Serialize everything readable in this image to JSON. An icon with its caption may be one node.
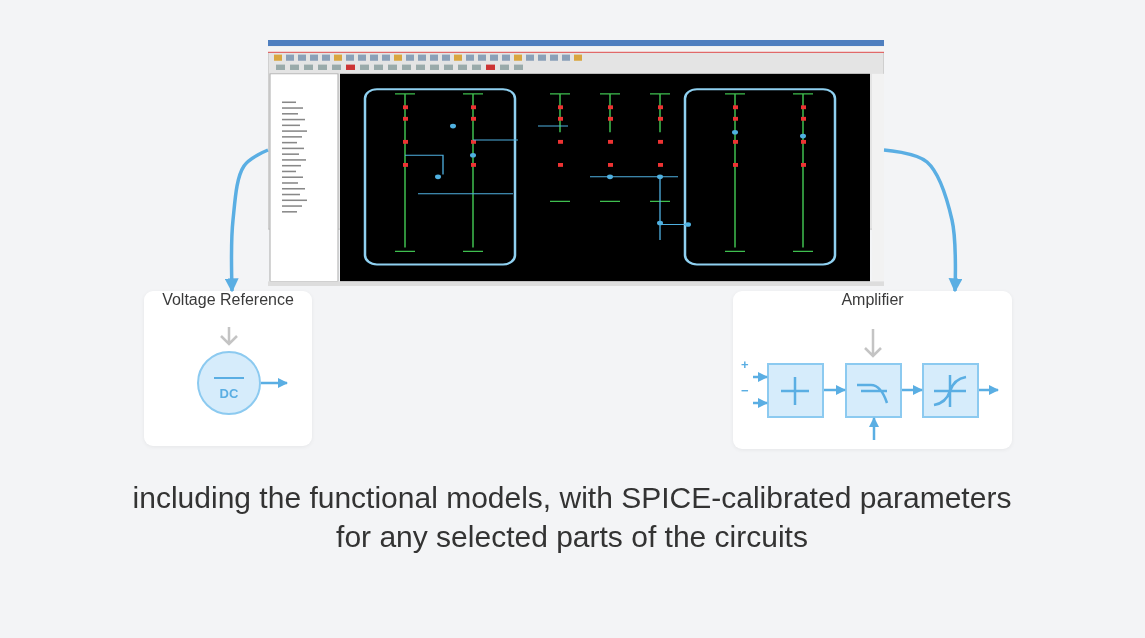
{
  "diagram": {
    "caption": "including the functional models, with SPICE-calibrated parameters for any selected parts of the circuits",
    "nodes": [
      {
        "text": [],
        "shape": "picture"
      },
      {
        "text": [
          "Voltage Reference"
        ]
      },
      {
        "text": [
          "DC"
        ],
        "in": 1
      },
      {
        "text": [
          "Amplifier"
        ]
      },
      {
        "text": [],
        "shape": "box",
        "in": 3
      },
      {
        "text": [],
        "shape": "box",
        "in": 3
      },
      {
        "text": [],
        "shape": "box",
        "in": 3
      }
    ],
    "edges": [
      {
        "from": 0,
        "to": 1,
        "arrow": "to"
      },
      {
        "from": 0,
        "to": 3,
        "arrow": "to"
      },
      {
        "from": 2,
        "to": null,
        "arrow": "to"
      },
      {
        "from": null,
        "to": 4,
        "arrow": "to"
      },
      {
        "from": null,
        "to": 4,
        "arrow": "to"
      },
      {
        "from": 4,
        "to": 5,
        "arrow": "to"
      },
      {
        "from": 5,
        "to": 6,
        "arrow": "to"
      },
      {
        "from": 6,
        "to": null,
        "arrow": "to"
      },
      {
        "from": null,
        "to": 5,
        "arrow": "to"
      }
    ],
    "labels": [
      "+",
      "−"
    ]
  }
}
